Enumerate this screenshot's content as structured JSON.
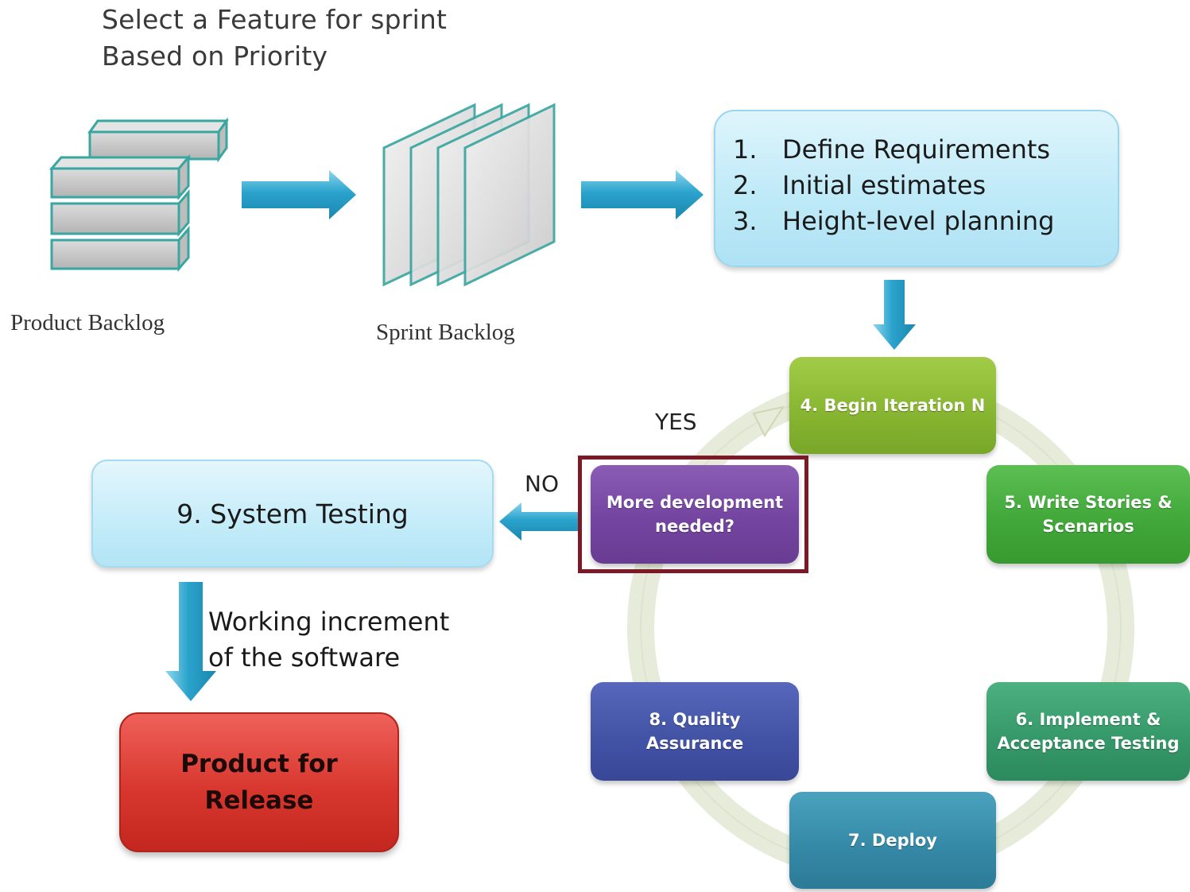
{
  "intro": {
    "line1": "Select a Feature for sprint",
    "line2": "Based on Priority"
  },
  "product_backlog": {
    "label": "Product Backlog"
  },
  "sprint_backlog": {
    "label": "Sprint Backlog"
  },
  "requirements": {
    "items": [
      {
        "num": "1.",
        "text": "Define Requirements"
      },
      {
        "num": "2.",
        "text": "Initial estimates"
      },
      {
        "num": "3.",
        "text": "Height-level planning"
      }
    ]
  },
  "cycle": {
    "step4": "4. Begin Iteration N",
    "step5_line1": "5. Write Stories &",
    "step5_line2": "Scenarios",
    "step6_line1": "6. Implement &",
    "step6_line2": "Acceptance Testing",
    "step7": "7. Deploy",
    "step8_line1": "8. Quality",
    "step8_line2": "Assurance",
    "decision_line1": "More development",
    "decision_line2": "needed?",
    "yes": "YES",
    "no": "NO"
  },
  "system_testing": {
    "label": "9. System Testing"
  },
  "working_increment": {
    "line1": "Working increment",
    "line2": "of the software"
  },
  "release": {
    "line1": "Product for",
    "line2": "Release"
  },
  "colors": {
    "arrow": "#2aa3cc",
    "cycle_ring": "#e6ecd9",
    "highlight": "#7b1a26",
    "backlog_fill": "#c8c8c8",
    "backlog_edge": "#3aa6a0"
  }
}
